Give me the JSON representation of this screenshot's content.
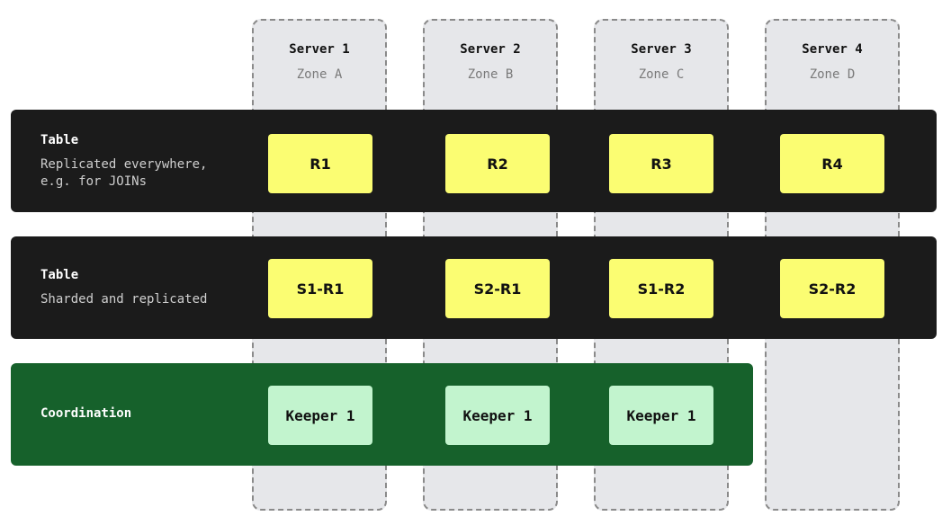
{
  "servers": [
    {
      "name": "Server 1",
      "zone": "Zone A"
    },
    {
      "name": "Server 2",
      "zone": "Zone B"
    },
    {
      "name": "Server 3",
      "zone": "Zone C"
    },
    {
      "name": "Server 4",
      "zone": "Zone D"
    }
  ],
  "rows": [
    {
      "title": "Table",
      "description": "Replicated everywhere,\ne.g. for JOINs",
      "boxes": [
        "R1",
        "R2",
        "R3",
        "R4"
      ]
    },
    {
      "title": "Table",
      "description": "Sharded and replicated",
      "boxes": [
        "S1-R1",
        "S2-R1",
        "S1-R2",
        "S2-R2"
      ]
    },
    {
      "title": "Coordination",
      "boxes": [
        "Keeper 1",
        "Keeper 1",
        "Keeper 1"
      ]
    }
  ],
  "colors": {
    "replica_box": "#fbfd72",
    "keeper_box": "#c2f4ce",
    "table_band": "#1b1b1b",
    "coordination_band": "#16612b",
    "server_column": "#e6e7ea"
  }
}
